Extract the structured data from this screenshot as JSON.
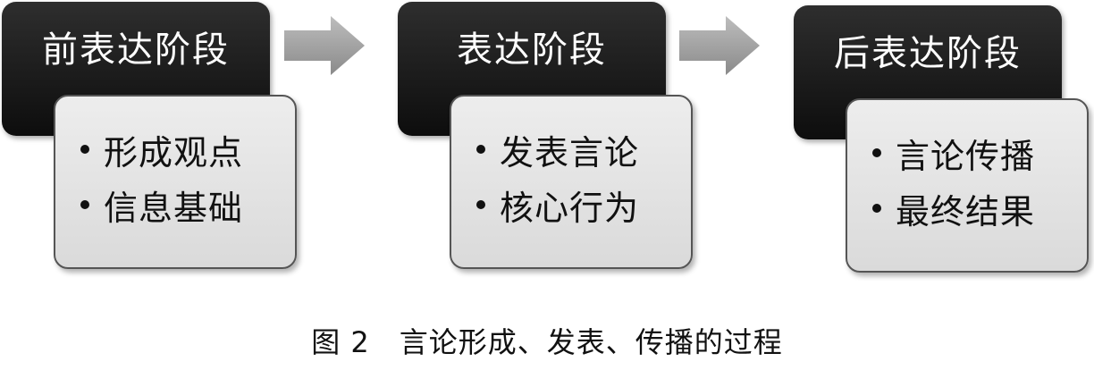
{
  "stages": [
    {
      "title": "前表达阶段",
      "items": [
        "形成观点",
        "信息基础"
      ]
    },
    {
      "title": "表达阶段",
      "items": [
        "发表言论",
        "核心行为"
      ]
    },
    {
      "title": "后表达阶段",
      "items": [
        "言论传播",
        "最终结果"
      ]
    }
  ],
  "caption": "图 2　言论形成、发表、传播的过程"
}
